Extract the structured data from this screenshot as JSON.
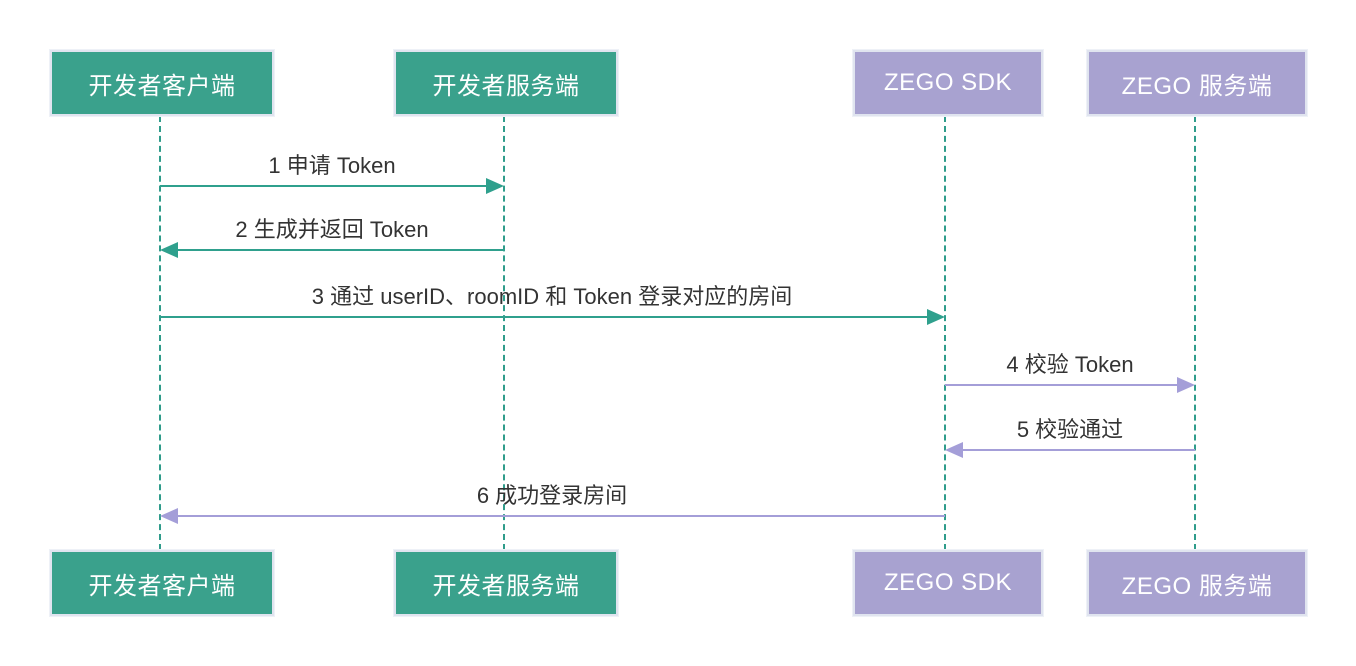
{
  "diagram": {
    "type": "sequence",
    "actors": [
      {
        "id": "developer-client",
        "label": "开发者客户端",
        "group": "developer",
        "fill": "#3aa18c"
      },
      {
        "id": "developer-server",
        "label": "开发者服务端",
        "group": "developer",
        "fill": "#3aa18c"
      },
      {
        "id": "zego-sdk",
        "label": "ZEGO SDK",
        "group": "zego",
        "fill": "#a8a2d0"
      },
      {
        "id": "zego-server",
        "label": "ZEGO 服务端",
        "group": "zego",
        "fill": "#a8a2d0"
      }
    ],
    "messages": [
      {
        "seq": "1",
        "label": "1 申请 Token",
        "from": "developer-client",
        "to": "developer-server",
        "direction": "right",
        "line_color": "#2fa08d"
      },
      {
        "seq": "2",
        "label": "2 生成并返回 Token",
        "from": "developer-server",
        "to": "developer-client",
        "direction": "left",
        "line_color": "#2fa08d"
      },
      {
        "seq": "3",
        "label": "3 通过 userID、roomID 和 Token 登录对应的房间",
        "from": "developer-client",
        "to": "zego-sdk",
        "direction": "right",
        "line_color": "#2fa08d"
      },
      {
        "seq": "4",
        "label": "4 校验 Token",
        "from": "zego-sdk",
        "to": "zego-server",
        "direction": "right",
        "line_color": "#a49ed8"
      },
      {
        "seq": "5",
        "label": "5 校验通过",
        "from": "zego-server",
        "to": "zego-sdk",
        "direction": "left",
        "line_color": "#a49ed8"
      },
      {
        "seq": "6",
        "label": "6 成功登录房间",
        "from": "zego-sdk",
        "to": "developer-client",
        "direction": "left",
        "line_color": "#a49ed8"
      }
    ],
    "colors": {
      "developer_actor_fill": "#3aa18c",
      "zego_actor_fill": "#a8a2d0",
      "developer_message_line": "#2fa08d",
      "zego_message_line": "#a49ed8",
      "lifeline": "#2f9c8b",
      "message_text": "#333333",
      "actor_text": "#ffffff",
      "actor_border": "#e0e4ef",
      "background": "#ffffff"
    }
  }
}
